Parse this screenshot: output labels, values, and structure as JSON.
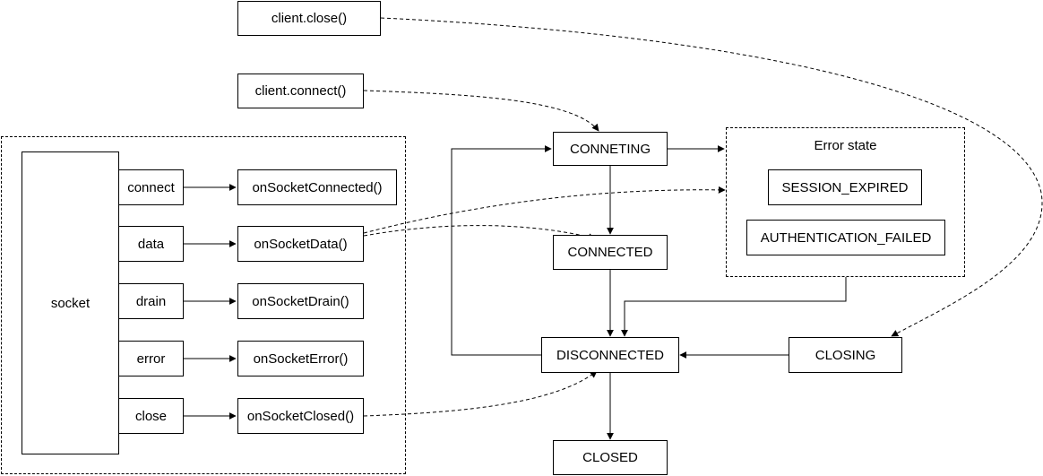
{
  "calls": {
    "close": "client.close()",
    "connect": "client.connect()"
  },
  "socket": {
    "label": "socket",
    "events": [
      "connect",
      "data",
      "drain",
      "error",
      "close"
    ],
    "handlers": [
      "onSocketConnected()",
      "onSocketData()",
      "onSocketDrain()",
      "onSocketError()",
      "onSocketClosed()"
    ]
  },
  "states": {
    "connecting": "CONNETING",
    "connected": "CONNECTED",
    "disconnected": "DISCONNECTED",
    "closing": "CLOSING",
    "closed": "CLOSED"
  },
  "error_state": {
    "title": "Error state",
    "items": [
      "SESSION_EXPIRED",
      "AUTHENTICATION_FAILED"
    ]
  }
}
